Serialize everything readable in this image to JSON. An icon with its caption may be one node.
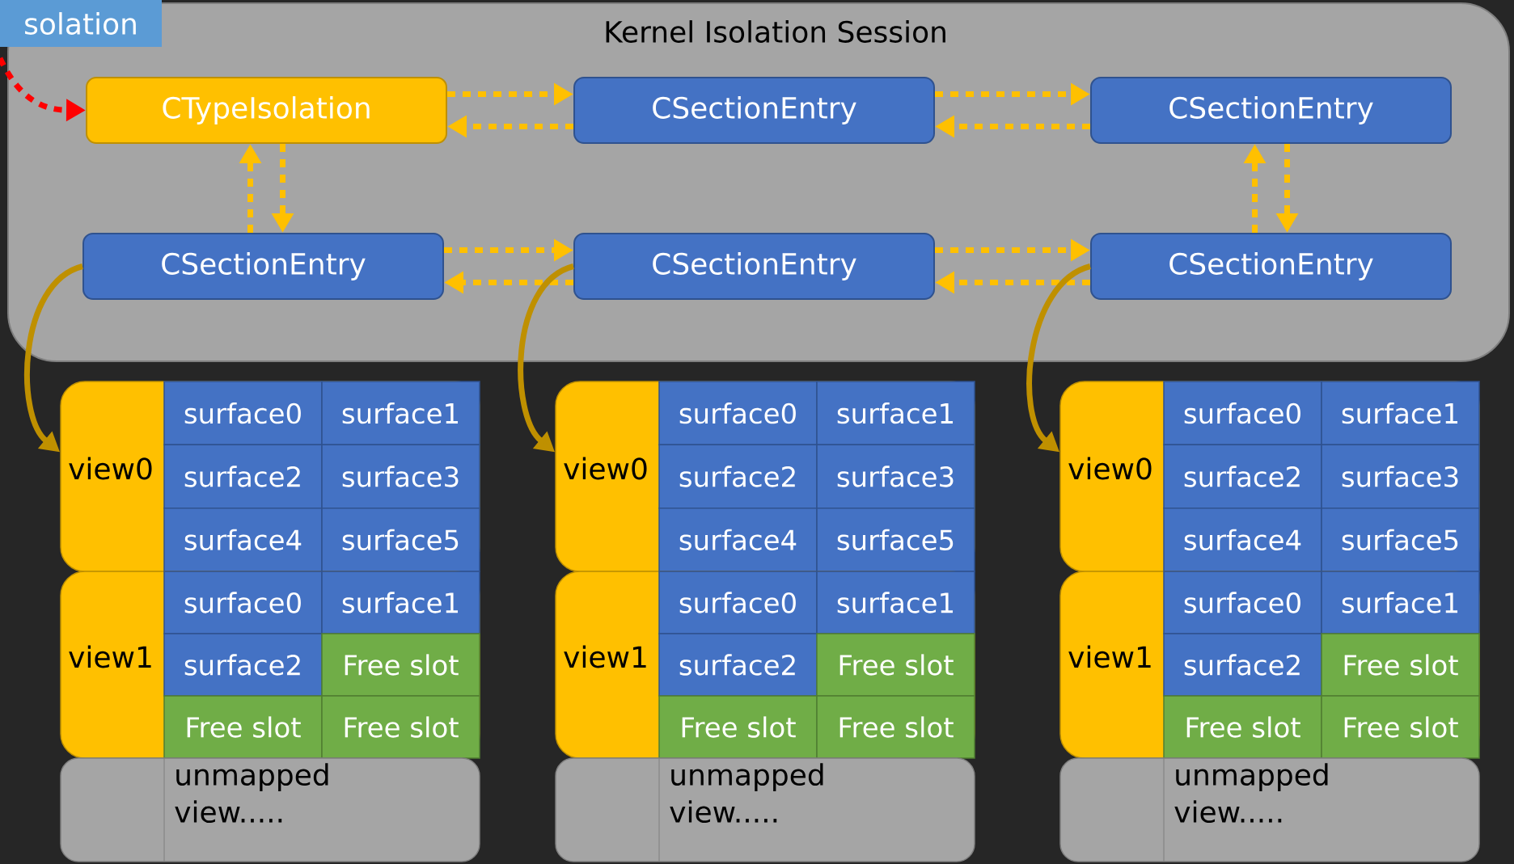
{
  "diagram": {
    "nodes": [
      {
        "text": [
          "Kernel Isolation Session"
        ]
      },
      {
        "text": [
          "solation"
        ]
      },
      {
        "text": [
          "CTypeIsolation"
        ],
        "in": 0
      },
      {
        "text": [
          "CSectionEntry"
        ],
        "in": 0
      },
      {
        "text": [
          "CSectionEntry"
        ],
        "in": 0
      },
      {
        "text": [
          "CSectionEntry"
        ],
        "in": 0
      },
      {
        "text": [
          "CSectionEntry"
        ],
        "in": 0
      },
      {
        "text": [
          "CSectionEntry"
        ],
        "in": 0
      },
      {
        "text": [
          "view0"
        ]
      },
      {
        "text": [
          "surface0"
        ],
        "in": 8
      },
      {
        "text": [
          "surface1"
        ],
        "in": 8
      },
      {
        "text": [
          "surface2"
        ],
        "in": 8
      },
      {
        "text": [
          "surface3"
        ],
        "in": 8
      },
      {
        "text": [
          "surface4"
        ],
        "in": 8
      },
      {
        "text": [
          "surface5"
        ],
        "in": 8
      },
      {
        "text": [
          "view1"
        ]
      },
      {
        "text": [
          "surface0"
        ],
        "in": 15
      },
      {
        "text": [
          "surface1"
        ],
        "in": 15
      },
      {
        "text": [
          "surface2"
        ],
        "in": 15
      },
      {
        "text": [
          "Free slot"
        ],
        "in": 15
      },
      {
        "text": [
          "Free slot"
        ],
        "in": 15
      },
      {
        "text": [
          "Free slot"
        ],
        "in": 15
      },
      {
        "text": [
          "unmapped view....."
        ]
      },
      {
        "text": [
          "view0"
        ]
      },
      {
        "text": [
          "surface0"
        ],
        "in": 23
      },
      {
        "text": [
          "surface1"
        ],
        "in": 23
      },
      {
        "text": [
          "surface2"
        ],
        "in": 23
      },
      {
        "text": [
          "surface3"
        ],
        "in": 23
      },
      {
        "text": [
          "surface4"
        ],
        "in": 23
      },
      {
        "text": [
          "surface5"
        ],
        "in": 23
      },
      {
        "text": [
          "view1"
        ]
      },
      {
        "text": [
          "surface0"
        ],
        "in": 30
      },
      {
        "text": [
          "surface1"
        ],
        "in": 30
      },
      {
        "text": [
          "surface2"
        ],
        "in": 30
      },
      {
        "text": [
          "Free slot"
        ],
        "in": 30
      },
      {
        "text": [
          "Free slot"
        ],
        "in": 30
      },
      {
        "text": [
          "Free slot"
        ],
        "in": 30
      },
      {
        "text": [
          "unmapped view....."
        ]
      },
      {
        "text": [
          "view0"
        ]
      },
      {
        "text": [
          "surface0"
        ],
        "in": 38
      },
      {
        "text": [
          "surface1"
        ],
        "in": 38
      },
      {
        "text": [
          "surface2"
        ],
        "in": 38
      },
      {
        "text": [
          "surface3"
        ],
        "in": 38
      },
      {
        "text": [
          "surface4"
        ],
        "in": 38
      },
      {
        "text": [
          "surface5"
        ],
        "in": 38
      },
      {
        "text": [
          "view1"
        ]
      },
      {
        "text": [
          "surface0"
        ],
        "in": 45
      },
      {
        "text": [
          "surface1"
        ],
        "in": 45
      },
      {
        "text": [
          "surface2"
        ],
        "in": 45
      },
      {
        "text": [
          "Free slot"
        ],
        "in": 45
      },
      {
        "text": [
          "Free slot"
        ],
        "in": 45
      },
      {
        "text": [
          "Free slot"
        ],
        "in": 45
      },
      {
        "text": [
          "unmapped view....."
        ]
      }
    ],
    "edges": [
      {
        "from": null,
        "to": 2,
        "arrow": "to",
        "style": "dashed",
        "color": "#ff0000"
      },
      {
        "from": 2,
        "to": 3,
        "arrow": "to",
        "style": "dashed"
      },
      {
        "from": 3,
        "to": 2,
        "arrow": "to",
        "style": "dashed"
      },
      {
        "from": 3,
        "to": 4,
        "arrow": "to",
        "style": "dashed"
      },
      {
        "from": 4,
        "to": 3,
        "arrow": "to",
        "style": "dashed"
      },
      {
        "from": 2,
        "to": 5,
        "arrow": "to",
        "style": "dashed"
      },
      {
        "from": 5,
        "to": 2,
        "arrow": "to",
        "style": "dashed"
      },
      {
        "from": 4,
        "to": 7,
        "arrow": "to",
        "style": "dashed"
      },
      {
        "from": 7,
        "to": 4,
        "arrow": "to",
        "style": "dashed"
      },
      {
        "from": 5,
        "to": 6,
        "arrow": "to",
        "style": "dashed"
      },
      {
        "from": 6,
        "to": 5,
        "arrow": "to",
        "style": "dashed"
      },
      {
        "from": 6,
        "to": 7,
        "arrow": "to",
        "style": "dashed"
      },
      {
        "from": 7,
        "to": 6,
        "arrow": "to",
        "style": "dashed"
      },
      {
        "from": 5,
        "to": 8,
        "arrow": "to",
        "color": "#bf9000"
      },
      {
        "from": 6,
        "to": 23,
        "arrow": "to",
        "color": "#bf9000"
      },
      {
        "from": 7,
        "to": 38,
        "arrow": "to",
        "color": "#bf9000"
      }
    ]
  }
}
